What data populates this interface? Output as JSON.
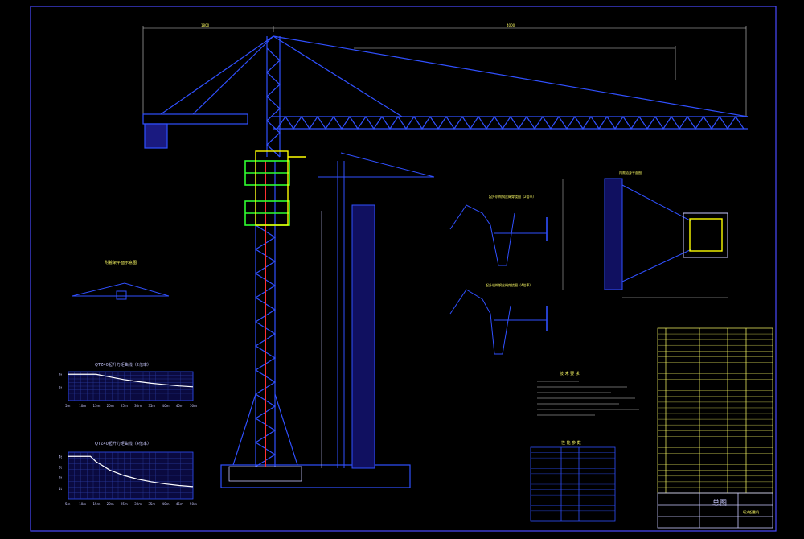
{
  "drawing": {
    "title_block_name": "总图",
    "title_block_sub": "塔式起重机",
    "overall_dim": "4000",
    "sub_dim": "1800"
  },
  "sections": {
    "attach_bracket": "附着架平面示意图",
    "lift_curve_2": "QTZ40起升力矩曲线（2倍率）",
    "lift_curve_4": "QTZ40起升力矩曲线（4倍率）",
    "inner_climb_view": "内爬塔身平面图",
    "climb_layout_a": "起升机构钢丝绳穿绕图（2倍率）",
    "climb_layout_b": "起升机构钢丝绳穿绕图（4倍率）",
    "tech_req_title": "技 术 要 求",
    "params_title": "性 能 参 数"
  },
  "curve2": {
    "y_ticks": [
      "2t",
      "1t"
    ],
    "x_ticks": [
      "5m",
      "10m",
      "15m",
      "20m",
      "25m",
      "30m",
      "35m",
      "40m",
      "45m",
      "50m"
    ],
    "points": [
      [
        5,
        2
      ],
      [
        10,
        2
      ],
      [
        15,
        2
      ],
      [
        20,
        1.8
      ],
      [
        25,
        1.6
      ],
      [
        30,
        1.45
      ],
      [
        35,
        1.32
      ],
      [
        40,
        1.22
      ],
      [
        45,
        1.12
      ],
      [
        50,
        1.05
      ]
    ]
  },
  "curve4": {
    "y_ticks": [
      "4t",
      "3t",
      "2t",
      "1t"
    ],
    "x_ticks": [
      "5m",
      "10m",
      "15m",
      "20m",
      "25m",
      "30m",
      "35m",
      "40m",
      "45m",
      "50m"
    ],
    "points": [
      [
        5,
        4
      ],
      [
        10,
        4
      ],
      [
        13,
        4
      ],
      [
        15,
        3.5
      ],
      [
        20,
        2.7
      ],
      [
        25,
        2.2
      ],
      [
        30,
        1.85
      ],
      [
        35,
        1.6
      ],
      [
        40,
        1.4
      ],
      [
        45,
        1.25
      ],
      [
        50,
        1.15
      ]
    ]
  }
}
